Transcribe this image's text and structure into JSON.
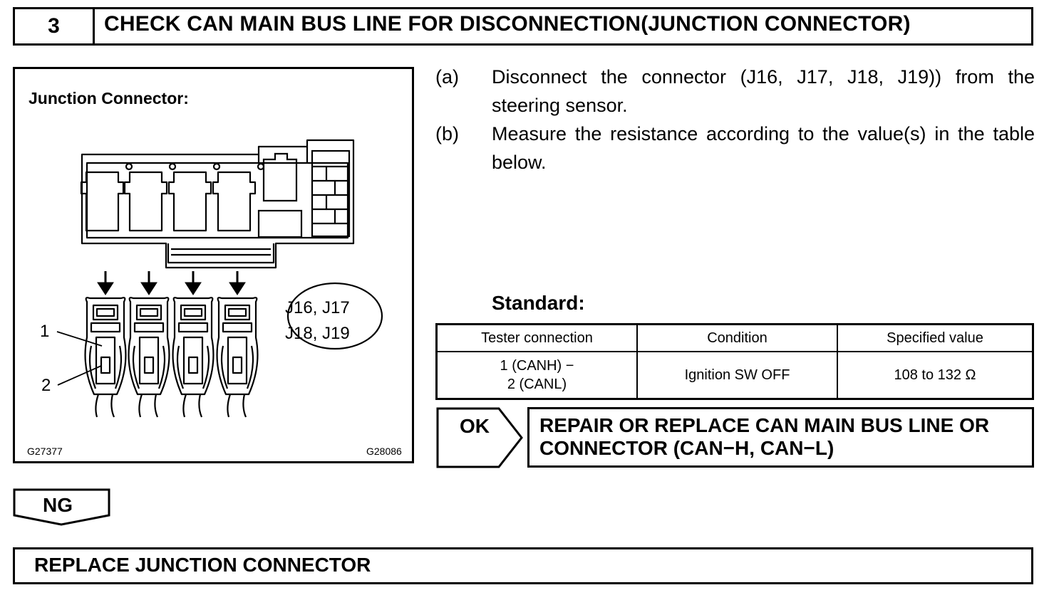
{
  "step": {
    "number": "3",
    "title": "CHECK CAN MAIN BUS LINE FOR DISCONNECTION(JUNCTION CONNECTOR)"
  },
  "figure": {
    "title": "Junction Connector:",
    "connector_ids_line1": "J16, J17",
    "connector_ids_line2": "J18, J19",
    "pin_labels": [
      "1",
      "2"
    ],
    "code_left": "G27377",
    "code_right": "G28086"
  },
  "instructions": [
    {
      "label": "(a)",
      "text": "Disconnect the connector (J16, J17, J18, J19)) from the steering sensor."
    },
    {
      "label": "(b)",
      "text": "Measure the resistance according to the value(s) in the table below."
    }
  ],
  "standard": {
    "heading": "Standard:",
    "columns": [
      "Tester connection",
      "Condition",
      "Specified value"
    ],
    "rows": [
      {
        "connection_line1": "1 (CANH) −",
        "connection_line2": "2 (CANL)",
        "condition": "Ignition SW OFF",
        "value": "108 to 132 Ω"
      }
    ]
  },
  "ok_branch": {
    "label": "OK",
    "action_line1": "REPAIR OR REPLACE CAN MAIN BUS LINE OR",
    "action_line2": "CONNECTOR (CAN−H, CAN−L)"
  },
  "ng_branch": {
    "label": "NG",
    "action": "REPLACE JUNCTION CONNECTOR"
  }
}
